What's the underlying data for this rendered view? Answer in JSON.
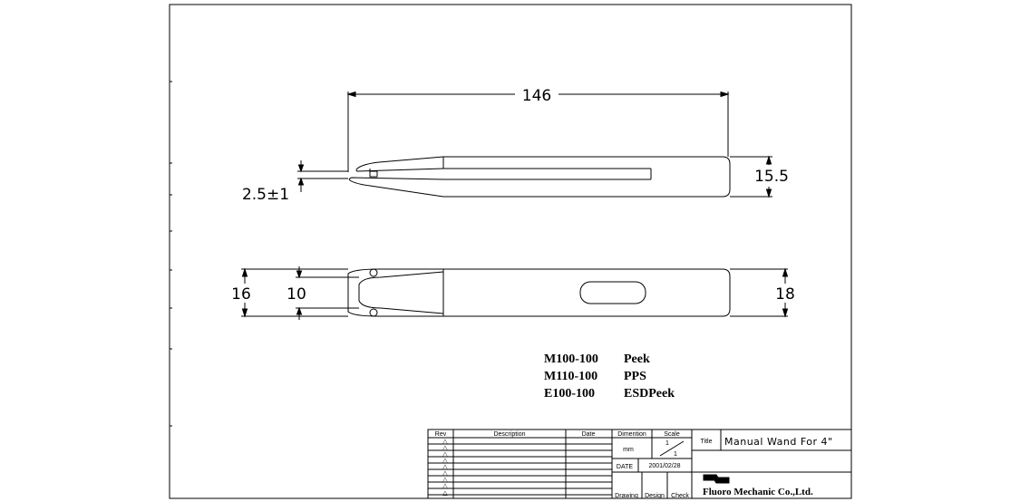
{
  "dimensions": {
    "length": "146",
    "thickness": "15.5",
    "tip_gap": "2.5±1",
    "outer_width": "16",
    "inner_width": "10",
    "body_width": "18"
  },
  "materials": [
    {
      "code": "M100-100",
      "material": "Peek"
    },
    {
      "code": "M110-100",
      "material": "PPS"
    },
    {
      "code": "E100-100",
      "material": "ESDPeek"
    }
  ],
  "title_block": {
    "rev_header": "Rev",
    "description_header": "Description",
    "date_header": "Date",
    "dimension_header": "Dimention",
    "scale_header": "Scale",
    "unit": "mm",
    "scale_num": "1",
    "scale_den": "1",
    "date_label": "DATE",
    "date_value": "2001/02/28",
    "drawing_label": "Drawing",
    "design_label": "Design",
    "check_label": "Check",
    "title_label": "Title",
    "title_value": "Manual Wand For 4\"",
    "company": "Fluoro Mechanic Co.,Ltd.",
    "rev_marks": [
      "△",
      "△",
      "△",
      "△",
      "△",
      "△",
      "△",
      "△",
      "△"
    ]
  }
}
